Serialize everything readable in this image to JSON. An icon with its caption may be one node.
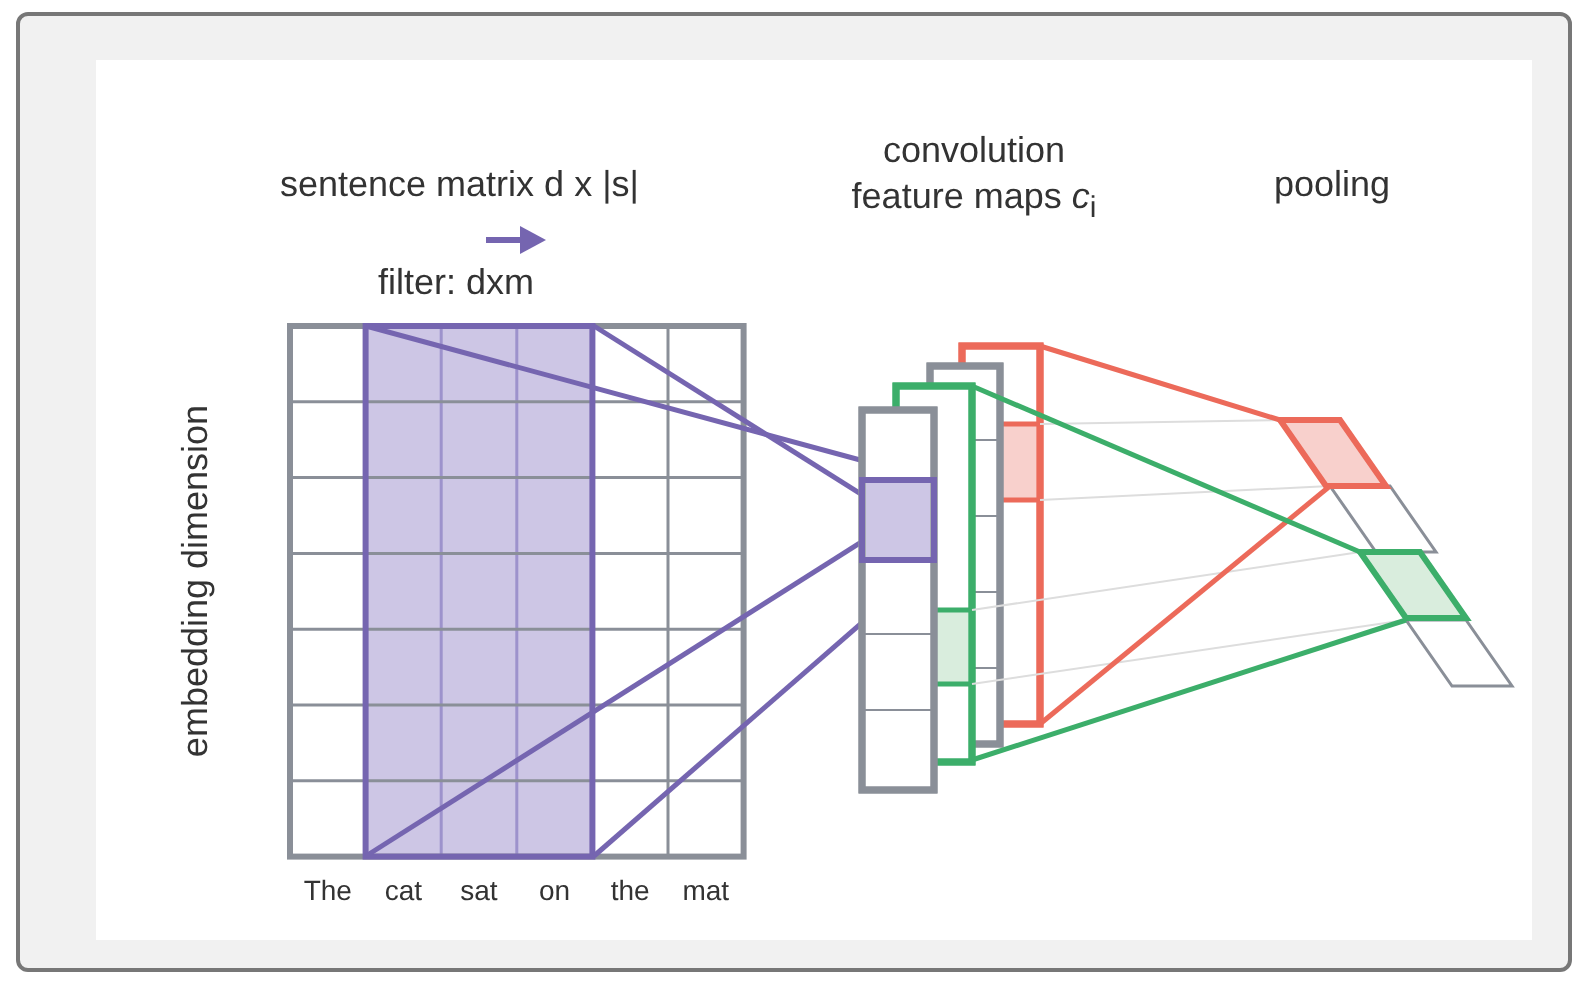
{
  "diagram": {
    "labels": [
      "sentence matrix d x |s|",
      "convolution feature maps *c*$_{i}$",
      "pooling",
      "filter: dxm",
      "embedding dimension",
      "The",
      "cat",
      "sat",
      "on",
      "the",
      "mat"
    ]
  }
}
